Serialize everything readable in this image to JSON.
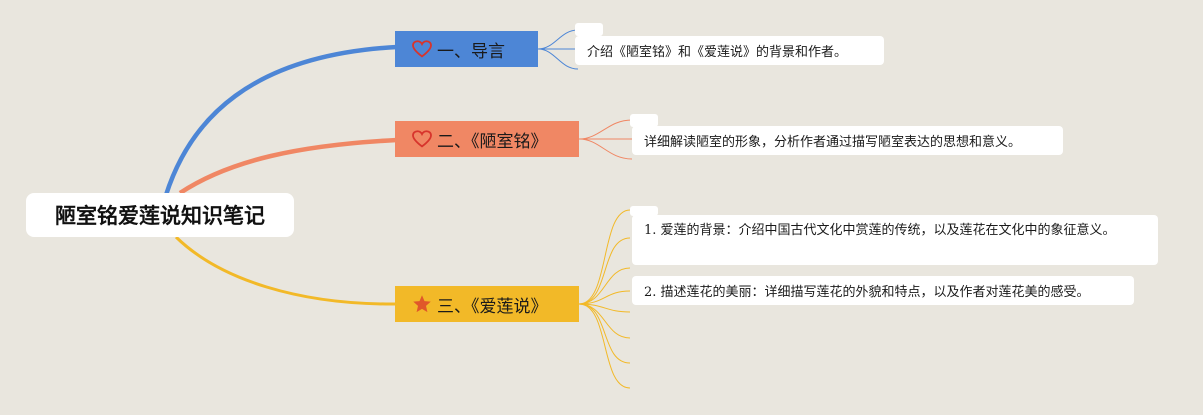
{
  "root": {
    "title": "陋室铭爱莲说知识笔记"
  },
  "branches": [
    {
      "label": "一、导言",
      "icon": "heart-outline-icon",
      "color": "#4d86d6",
      "leaves": [
        "介绍《陋室铭》和《爱莲说》的背景和作者。"
      ]
    },
    {
      "label": "二、《陋室铭》",
      "icon": "heart-outline-icon",
      "color": "#f08764",
      "leaves": [
        "详细解读陋室的形象，分析作者通过描写陋室表达的思想和意义。"
      ]
    },
    {
      "label": "三、《爱莲说》",
      "icon": "star-icon",
      "color": "#f2b928",
      "leaves": [
        "1. 爱莲的背景：介绍中国古代文化中赏莲的传统，以及莲花在文化中的象征意义。",
        "2. 描述莲花的美丽：详细描写莲花的外貌和特点，以及作者对莲花美的感受。"
      ]
    }
  ]
}
